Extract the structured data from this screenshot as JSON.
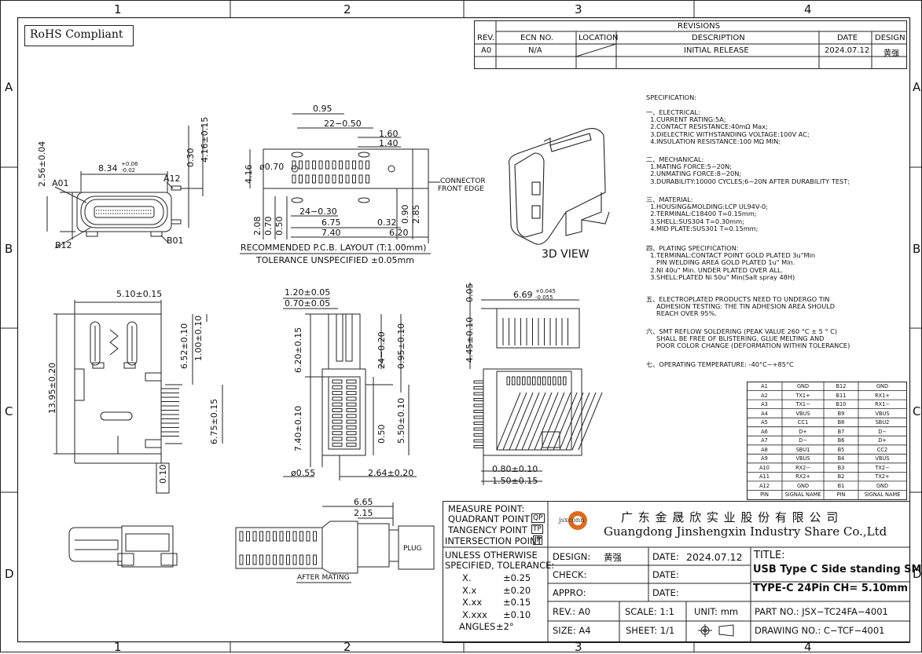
{
  "zones": {
    "top": [
      "1",
      "2",
      "3",
      "4"
    ],
    "left": [
      "A",
      "B",
      "C",
      "D"
    ]
  },
  "rohs": "RoHS Compliant",
  "revisions": {
    "title": "REVISIONS",
    "headers": [
      "REV.",
      "ECN NO.",
      "LOCATION",
      "DESCRIPTION",
      "DATE",
      "DESIGN"
    ],
    "row": [
      "A0",
      "N/A",
      "",
      "INITIAL RELEASE",
      "2024.07.12",
      "黄强"
    ]
  },
  "spec": {
    "title": "SPECIFICATION:",
    "sections": [
      "一、ELECTRICAL:\n  1.CURRENT RATING:5A;\n  2.CONTACT RESISTANCE:40mΩ Max;\n  3.DIELECTRIC WITHSTANDING VOLTAGE:100V AC;\n  4.INSULATION RESISTANCE:100 MΩ MIN;",
      "二、MECHANICAL:\n  1.MATING FORCE:5~20N;\n  2.UNMATING FORCE:8~20N;\n  3.DURABILITY:10000 CYCLES;6~20N AFTER DURABILITY TEST;",
      "三、MATERIAL:\n  1.HOUSING&MOLDING:LCP UL94V-0;\n  2.TERMINAL:C18400 T=0.15mm;\n  3.SHELL:SUS304 T=0.30mm;\n  4.MID PLATE:SUS301 T=0.15mm;",
      "四、PLATING SPECIFICATION:\n  1.TERMINAL:CONTACT POINT GOLD PLATED 3u\"Min\n     PIN WELDING AREA GOLD PLATED 1u\" Min.\n  2.NI 40u\" Min. UNDER PLATED OVER ALL.\n  3.SHELL:PLATED Ni 50u\" Min(Salt spray 48H)",
      "五、ELECTROPLATED PRODUCTS NEED TO UNDERGO TIN\n     ADHESION TESTING: THE TIN ADHESION AREA SHOULD\n     REACH OVER 95%.",
      "六、SMT REFLOW SOLDERING (PEAK VALUE 260 °C ± 5 ° C)\n     SHALL BE FREE OF BLISTERING, GLUE MELTING AND\n     POOR COLOR CHANGE (DEFORMATION WITHIN TOLERANCE)",
      "七、OPERATING TEMPERATURE: -40°C~+85°C"
    ]
  },
  "pin_table": {
    "rows": [
      [
        "A1",
        "GND",
        "B12",
        "GND"
      ],
      [
        "A2",
        "TX1+",
        "B11",
        "RX1+"
      ],
      [
        "A3",
        "TX1−",
        "B10",
        "RX1−"
      ],
      [
        "A4",
        "VBUS",
        "B9",
        "VBUS"
      ],
      [
        "A5",
        "CC1",
        "B8",
        "SBU2"
      ],
      [
        "A6",
        "D+",
        "B7",
        "D−"
      ],
      [
        "A7",
        "D−",
        "B6",
        "D+"
      ],
      [
        "A8",
        "SBU1",
        "B5",
        "CC2"
      ],
      [
        "A9",
        "VBUS",
        "B4",
        "VBUS"
      ],
      [
        "A10",
        "RX2−",
        "B3",
        "TX2−"
      ],
      [
        "A11",
        "RX2+",
        "B2",
        "TX2+"
      ],
      [
        "A12",
        "GND",
        "B1",
        "GND"
      ]
    ],
    "headers": [
      "PIN",
      "SIGNAL NAME",
      "PIN",
      "SIGNAL NAME"
    ]
  },
  "front_view": {
    "labels": [
      "A01",
      "A12",
      "B12",
      "B01"
    ],
    "dims": [
      "2.56±0.04",
      "8.34",
      "+0.06",
      "-0.02",
      "0.30",
      "4.16±0.15"
    ]
  },
  "pcb_layout": {
    "dims": [
      "0.95",
      "22−0.50",
      "1.60",
      "1.40",
      "ø0.70",
      "4.16",
      "24−0.30",
      "6.75",
      "0.32",
      "7.40",
      "6.20",
      "2.08",
      "0.70",
      "0.50",
      "0.90",
      "2.85"
    ],
    "connector_edge": [
      "CONNECTOR",
      "FRONT EDGE"
    ],
    "title": "RECOMMENDED  P.C.B.  LAYOUT  (T:1.00mm)",
    "tolerance": "TOLERANCE  UNSPECIFIED  ±0.05mm"
  },
  "view_3d": "3D  VIEW",
  "left_view": {
    "dims": [
      "5.10±0.15",
      "13.95±0.20",
      "6.52±0.10",
      "1.00±0.10",
      "6.75±0.15",
      "0.10"
    ]
  },
  "mid_view": {
    "dims": [
      "1.20±0.05",
      "0.70±0.05",
      "6.20±0.15",
      "24−0.20",
      "0.95±0.10",
      "7.40±0.10",
      "0.50",
      "5.50±0.10",
      "ø0.55",
      "2.64±0.20"
    ]
  },
  "right_view": {
    "dims": [
      "0.05",
      "6.69",
      "+0.045",
      "-0.055",
      "4.45±0.10",
      "0.80±0.10",
      "1.50±0.15"
    ]
  },
  "mating": {
    "dims": [
      "6.65",
      "2.15"
    ],
    "plug": "PLUG",
    "after": "AFTER MATING"
  },
  "measure": {
    "title": "MEASURE  POINT:",
    "rows": [
      [
        "QUADRANT  POINT",
        "QP"
      ],
      [
        "TANGENCY  POINT",
        "TP"
      ],
      [
        "INTERSECTION  POINT",
        "IP"
      ]
    ]
  },
  "tolerance": {
    "title1": "UNLESS  OTHERWISE",
    "title2": "SPECIFIED, TOLERANCE:",
    "rows": [
      [
        "X.",
        "±0.25"
      ],
      [
        "X.x",
        "±0.20"
      ],
      [
        "X.xx",
        "±0.15"
      ],
      [
        "X.xxx",
        "±0.10"
      ],
      [
        "ANGLES",
        "±2°"
      ]
    ]
  },
  "company": {
    "logo": "jsxconn",
    "cn": "广 东 金 晟 欣 实 业 股 份 有 限 公 司",
    "en": "Guangdong Jinshengxin Industry Share Co.,Ltd"
  },
  "title_block": {
    "design_label": "DESIGN:",
    "design_value": "黄强",
    "date_label": "DATE:",
    "date_value": "2024.07.12",
    "check_label": "CHECK:",
    "appro_label": "APPRO:",
    "title_label": "TITLE:",
    "title_line1": "USB Type C Side standing SMT",
    "title_line2": "TYPE-C 24Pin  CH= 5.10mm",
    "rev": "REV.: A0",
    "scale": "SCALE: 1:1",
    "unit": "UNIT: mm",
    "part_no": "PART  NO.:  JSX−TC24FA−4001",
    "size": "SIZE: A4",
    "sheet": "SHEET: 1/1",
    "drawing_no": "DRAWING  NO.:  C−TCF−4001"
  }
}
